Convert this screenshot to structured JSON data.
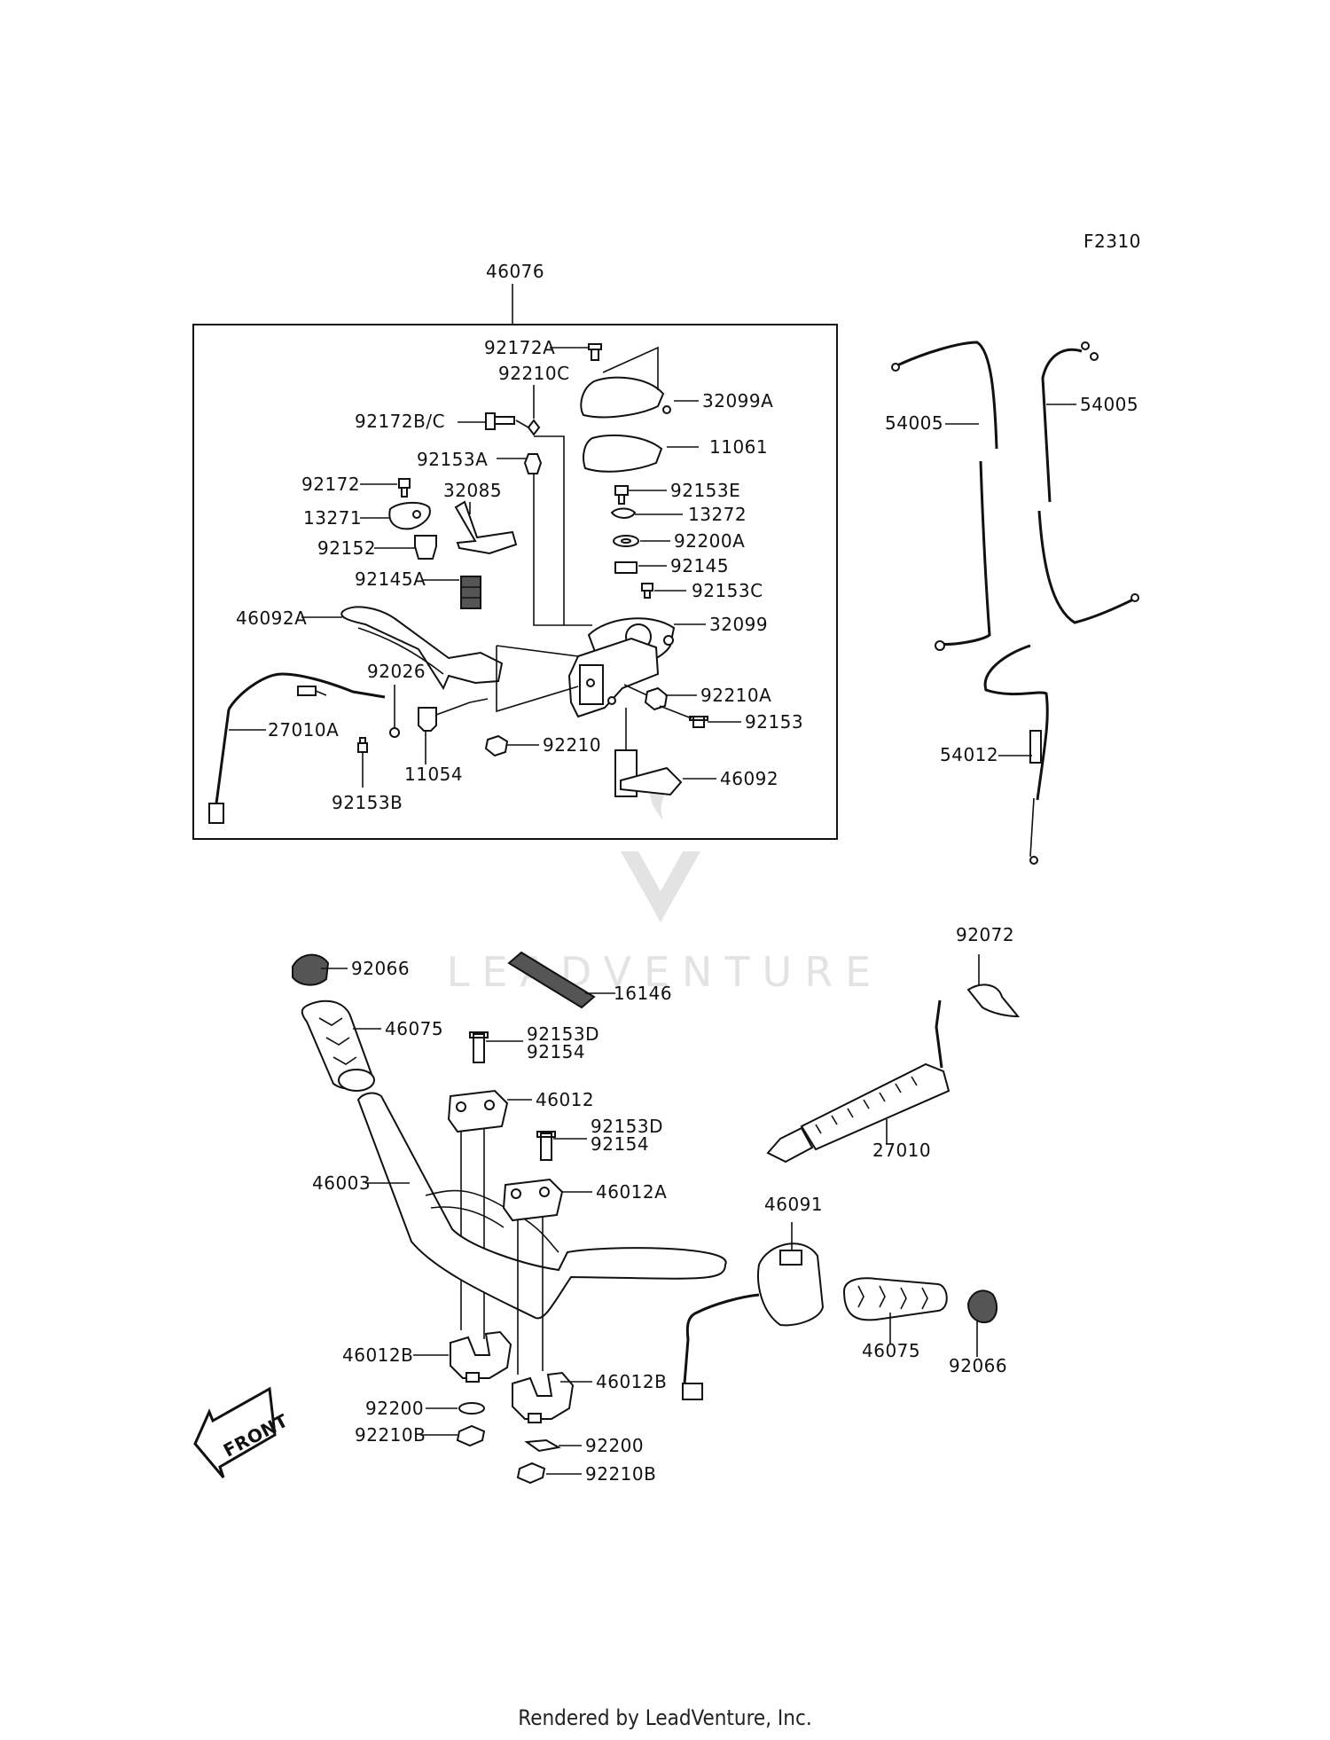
{
  "diagram_code": "F2310",
  "assembly_label": "46076",
  "footer": "Rendered by LeadVenture, Inc.",
  "watermark": "LEADVENTURE",
  "front_marker": "FRONT",
  "labels": {
    "l92172A": "92172A",
    "l92210C": "92210C",
    "l32099A": "32099A",
    "l92172BC": "92172B/C",
    "l11061": "11061",
    "l92153A": "92153A",
    "l92153E": "92153E",
    "l92172": "92172",
    "l32085": "32085",
    "l13271": "13271",
    "l13272": "13272",
    "l92200A": "92200A",
    "l92152": "92152",
    "l92145": "92145",
    "l92145A": "92145A",
    "l92153C": "92153C",
    "l46092A": "46092A",
    "l32099": "32099",
    "l92026": "92026",
    "l92210A": "92210A",
    "l27010A": "27010A",
    "l92153": "92153",
    "l11054": "11054",
    "l92210": "92210",
    "l92153B": "92153B",
    "l46092": "46092",
    "l54005a": "54005",
    "l54005b": "54005",
    "l54012": "54012",
    "l92072": "92072",
    "l92066a": "92066",
    "l16146": "16146",
    "l46075a": "46075",
    "l92153D1": "92153D",
    "l92154a": "92154",
    "l46012": "46012",
    "l92153D2": "92153D",
    "l92154b": "92154",
    "l27010": "27010",
    "l46003": "46003",
    "l46012A": "46012A",
    "l46091": "46091",
    "l46012Ba": "46012B",
    "l46012Bb": "46012B",
    "l46075b": "46075",
    "l92066b": "92066",
    "l92200a": "92200",
    "l92210Ba": "92210B",
    "l92200b": "92200",
    "l92210Bb": "92210B"
  }
}
